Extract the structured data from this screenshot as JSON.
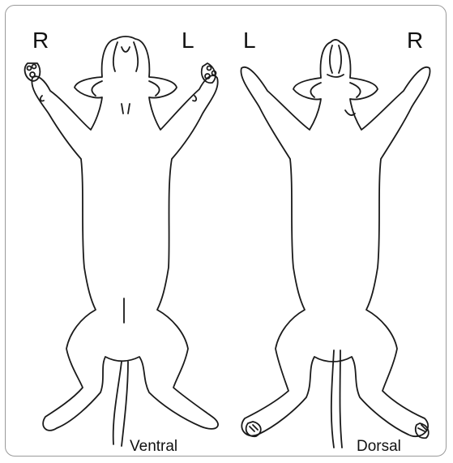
{
  "ventral": {
    "left_side_label": "R",
    "right_side_label": "L",
    "view_label": "Ventral"
  },
  "dorsal": {
    "left_side_label": "L",
    "right_side_label": "R",
    "view_label": "Dorsal"
  },
  "colors": {
    "outline": "#1a1a1a",
    "frame_border": "#9a9a9a",
    "background": "#ffffff"
  }
}
